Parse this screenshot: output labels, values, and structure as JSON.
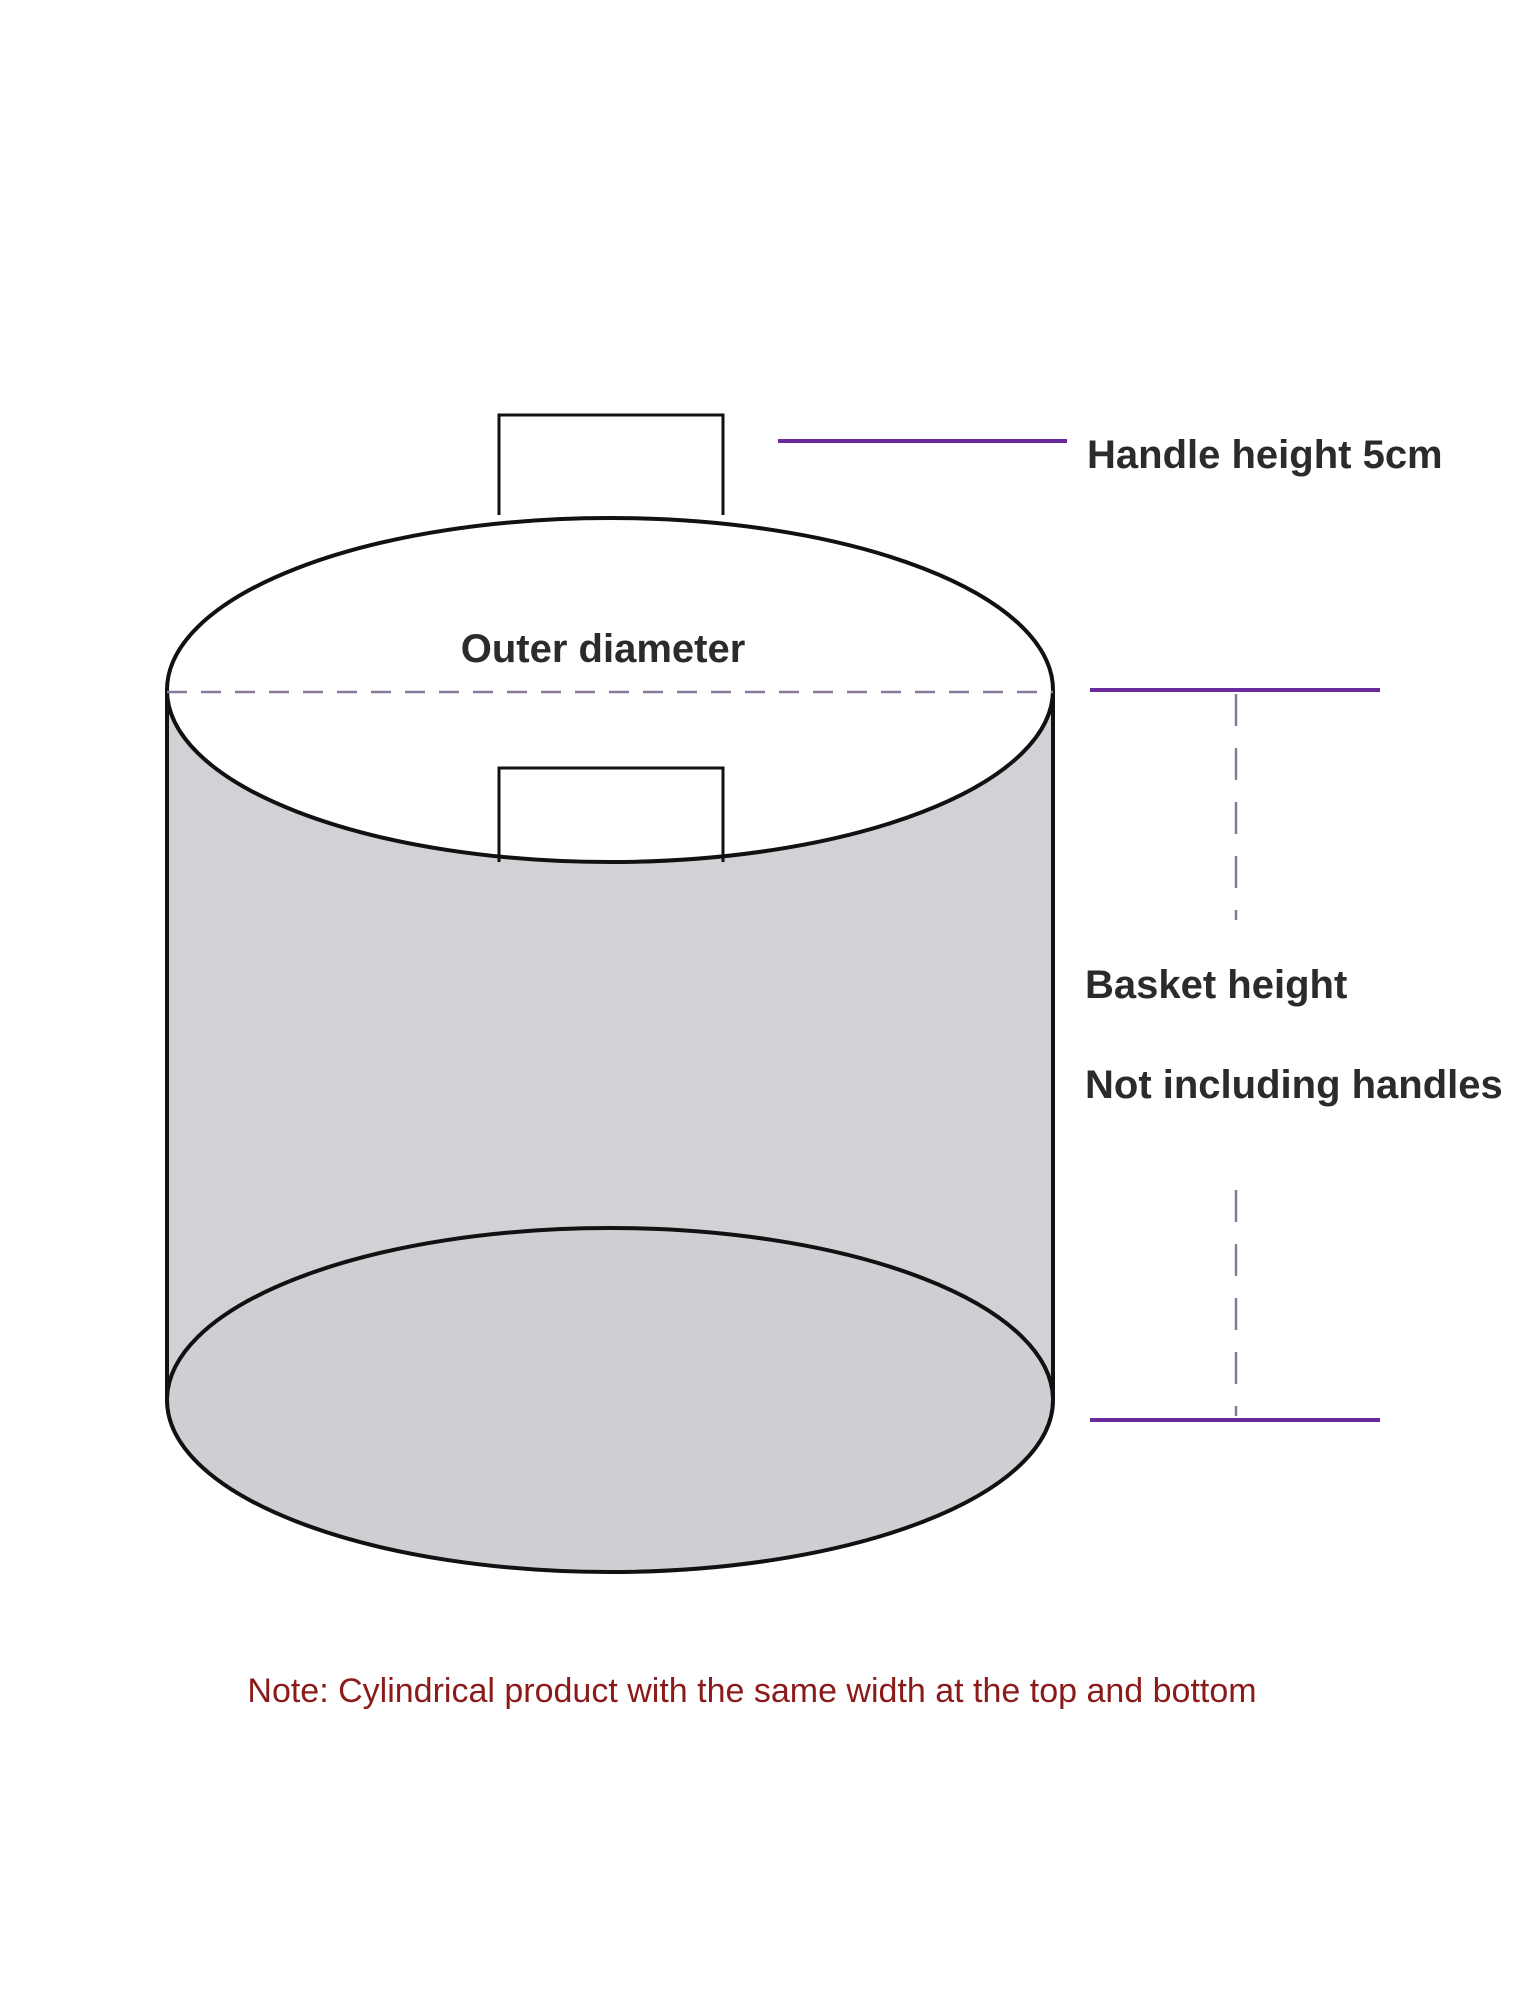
{
  "labels": {
    "handle_height": "Handle height 5cm",
    "outer_diameter": "Outer diameter",
    "basket_height": "Basket height",
    "not_including_handles": "Not including handles",
    "note": "Note: Cylindrical product with the same width at the top and bottom"
  },
  "colors": {
    "outline": "#111111",
    "body_fill": "#d2d1d6",
    "top_fill": "#ffffff",
    "marker_line": "#6a2a9e",
    "dashed_line": "#8a7a9a",
    "label_text": "#2b2b2b",
    "note_text": "#8b1a1a"
  }
}
